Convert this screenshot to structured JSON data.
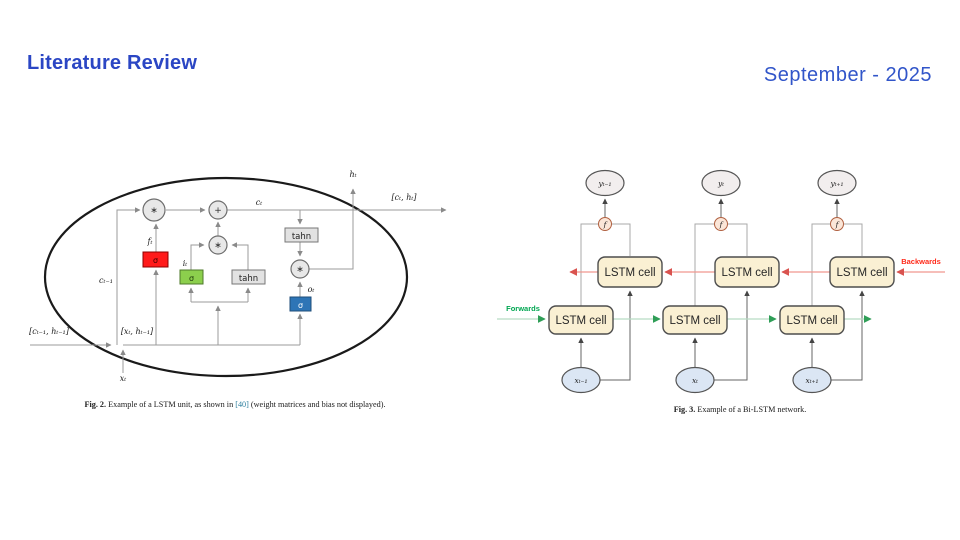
{
  "header": {
    "title": "Literature Review",
    "date": "September - 2025"
  },
  "colors": {
    "title_blue": "#2b46c4",
    "date_blue": "#3155c9",
    "forget_gate_red": "#ff1a1a",
    "input_gate_green": "#8ccf4d",
    "output_gate_blue": "#2e75b6",
    "gate_gray": "#e2e2e2",
    "lstm_cell_cream": "#faf0d3",
    "forwards_green": "#00a651",
    "backwards_red": "#ff2a1a",
    "citation_teal": "#2d7f9e"
  },
  "fig2": {
    "labels": {
      "h_t": "hₜ",
      "c_t": "cₜ",
      "output_pair": "[cₜ, hₜ]",
      "f_t": "fₜ",
      "i_t": "iₜ",
      "o_t": "oₜ",
      "c_prev": "cₜ₋₁",
      "input_pair_prev": "[cₜ₋₁, hₜ₋₁]",
      "input_concat": "[xₜ, hₜ₋₁]",
      "x_t": "xₜ"
    },
    "nodes": {
      "sigma": "σ",
      "tanh": "tahn",
      "mul": "∗",
      "add": "+"
    },
    "caption": {
      "prefix": "Fig. 2.",
      "body1": " Example of a LSTM unit, as shown in ",
      "citation": "[40]",
      "body2": " (weight matrices and bias not displayed)."
    }
  },
  "fig3": {
    "cell_label": "LSTM cell",
    "combiner": "f",
    "outputs": [
      "yₜ₋₁",
      "yₜ",
      "yₜ₊₁"
    ],
    "inputs": [
      "xₜ₋₁",
      "xₜ",
      "xₜ₊₁"
    ],
    "forwards": "Forwards",
    "backwards": "Backwards",
    "caption": {
      "prefix": "Fig. 3.",
      "body": " Example of a Bi-LSTM network."
    }
  }
}
